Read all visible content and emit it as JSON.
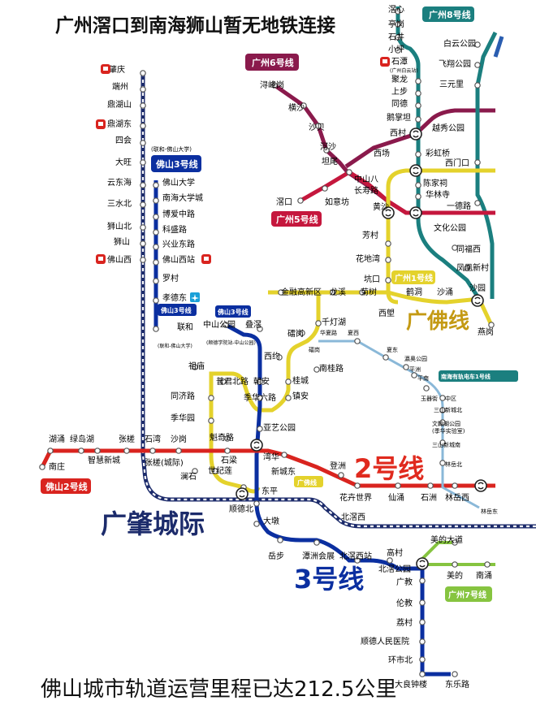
{
  "headline": "广州滘口到南海狮山暂无地铁连接",
  "footer": "佛山城市轨道运营里程已达212.5公里",
  "colors": {
    "fs3": "#0b2fa0",
    "gz6": "#8a1a4c",
    "gz8": "#1b7f7f",
    "gz5": "#c5173d",
    "gz1": "#e4d22c",
    "guangfo": "#e4d22c",
    "fs2": "#d9241f",
    "fs2_label": "#e02a1e",
    "guangzhao": "#1c2b6b",
    "fs3_south": "#0b2fa0",
    "tram": "#8ab8d8",
    "gz7": "#86c440",
    "gz2": "#2a5db0",
    "badge_text": "#ffffff"
  },
  "icons": {
    "rail_station": "rail-station-icon",
    "airport": "airport-icon",
    "interchange": "interchange-icon"
  },
  "line_badges": {
    "gz8": "广州8号线",
    "gz6": "广州6号线",
    "gz5": "广州5号线",
    "gz1": "广州1号线",
    "fs3_north": "佛山3号线",
    "fs3_north_note": "(联和-佛山大学)",
    "fs3_short": "佛山3号线",
    "fs3_short2": "佛山3号线",
    "fs3_short2_note": "(顺德学院站-中山公园)",
    "fs2": "佛山2号线",
    "gz7": "广州7号线",
    "tram": "南海有轨电车1号线",
    "guangfo_small": "广佛线"
  },
  "big_labels": {
    "guangfo": "广佛线",
    "fs2": "2号线",
    "guangzhao": "广肇城际",
    "fs3": "3号线"
  },
  "stations": {
    "fs3_north": [
      "肇庆",
      "端州",
      "鼎湖山",
      "鼎湖东",
      "四会",
      "大旺",
      "云东海",
      "三水北",
      "狮山北",
      "狮山",
      "佛山西"
    ],
    "fs3_branch": [
      "佛山大学",
      "南海大学城",
      "博爱中路",
      "科盛路",
      "兴业东路",
      "佛山西站",
      "罗村",
      "孝德东",
      "联和"
    ],
    "fs3_branch_note": "(联和-佛山大学)",
    "gz6": [
      "浔峰岗",
      "横沙",
      "沙贝",
      "河沙",
      "坦尾",
      "中山八",
      "西场",
      "西村"
    ],
    "gz8": [
      "滘心",
      "亭岗",
      "石井",
      "小坪",
      "石潭",
      "聚龙",
      "上步",
      "同德",
      "鹅掌坦",
      "西村",
      "彩虹桥",
      "陈家祠",
      "华林寺",
      "文化公园",
      "同福西",
      "凤凰新村",
      "沙园"
    ],
    "gz8_extra": [
      "白云公园",
      "飞翔公园",
      "三元里",
      "越秀公园",
      "西门口",
      "一德路"
    ],
    "gz8_rail_note": "(广州白云站)",
    "gz5": [
      "滘口",
      "如意坊",
      "长寿路",
      "黄沙"
    ],
    "gz1": [
      "芳村",
      "花地湾",
      "坑口",
      "西塱",
      "鹤洞",
      "沙涌",
      "沙园"
    ],
    "guangfo": [
      "金融高新区",
      "龙溪",
      "菊树",
      "千灯湖",
      "礌岗",
      "西约",
      "桂城",
      "南桂路",
      "镇安",
      "季华六路",
      "朝安",
      "普君北路",
      "祖庙",
      "同济路",
      "季华园",
      "魁奇路",
      "澜石",
      "世纪莲",
      "东平",
      "燕岗"
    ],
    "fs3_mid": [
      "中山公园",
      "叠滘",
      "亚艺公园",
      "湾华",
      "顺德北",
      "大墩",
      "岳步",
      "潭洲会展",
      "北滘西站",
      "北滘公园",
      "高村",
      "广教",
      "伦教",
      "荔村",
      "顺德人民医院",
      "环市北",
      "大良钟楼",
      "东乐路"
    ],
    "fs2": [
      "南庄",
      "湖涌",
      "绿岛湖",
      "智慧新城",
      "张槎",
      "石湾",
      "沙岗",
      "石梁",
      "新城东",
      "登洲",
      "花卉世界",
      "仙涌",
      "石洲",
      "林岳西"
    ],
    "guangzhao": [
      "张槎(城际)",
      "北滘西"
    ],
    "tram": [
      "华夏路",
      "夏西",
      "夏东",
      "瀛奥公园",
      "平洲",
      "平南",
      "玉器街",
      "中区",
      "三山新城北",
      "文翰湖公园",
      "三山新城南",
      "林岳北",
      "林岳东",
      "礌岗"
    ],
    "tram_note": "(季华实验室)",
    "gz7": [
      "美的大道",
      "美的",
      "南涌"
    ]
  }
}
